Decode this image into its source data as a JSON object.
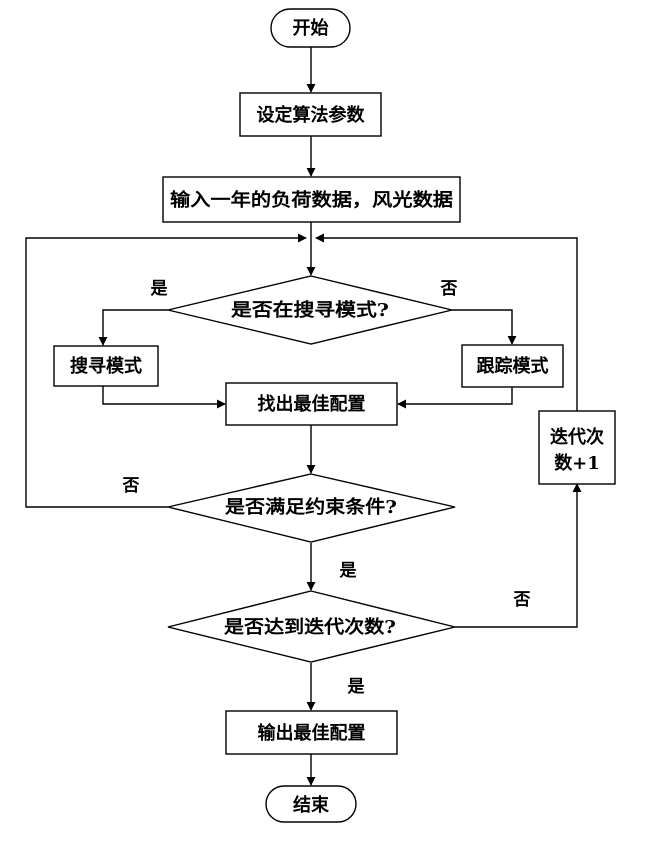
{
  "diagram": {
    "nodes": {
      "start": "开始",
      "set_params": "设定算法参数",
      "input_data": "输入一年的负荷数据，风光数据",
      "decision_search": "是否在搜寻模式?",
      "search_mode": "搜寻模式",
      "track_mode": "跟踪模式",
      "find_best": "找出最佳配置",
      "iter_add_line1": "迭代次",
      "iter_add_line2": "数+1",
      "decision_constraint": "是否满足约束条件?",
      "decision_iter": "是否达到迭代次数?",
      "output_best": "输出最佳配置",
      "end": "结束"
    },
    "edge_labels": {
      "search_yes": "是",
      "search_no": "否",
      "constraint_no": "否",
      "constraint_yes": "是",
      "iter_no": "否",
      "iter_yes": "是"
    }
  }
}
